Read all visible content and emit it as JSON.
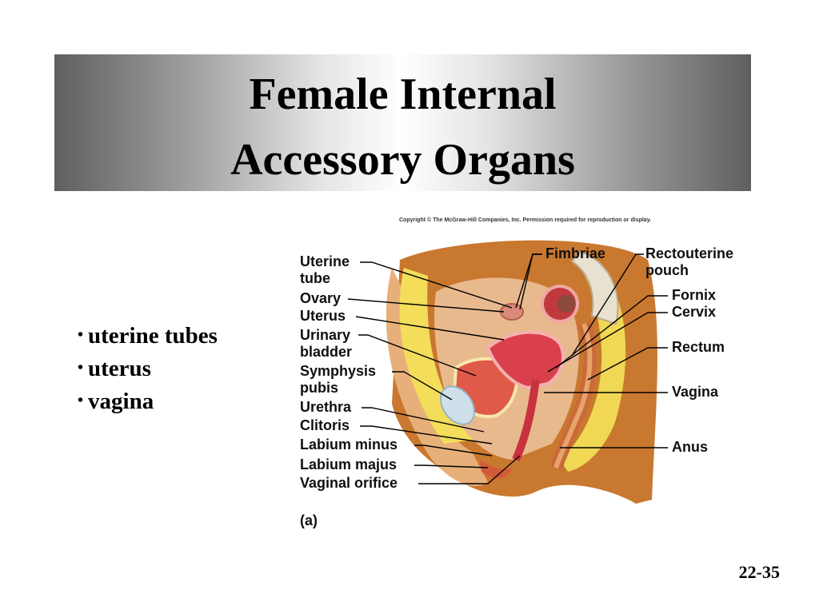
{
  "slide": {
    "title_line_1": "Female Internal",
    "title_line_2": "Accessory Organs",
    "bullets": [
      "uterine tubes",
      "uterus",
      "vagina"
    ],
    "page_number": "22-35"
  },
  "figure": {
    "copyright": "Copyright © The McGraw-Hill Companies, Inc. Permission required for reproduction or display.",
    "panel_label": "(a)",
    "left_labels": {
      "uterine_tube_1": "Uterine",
      "uterine_tube_2": "tube",
      "ovary": "Ovary",
      "uterus": "Uterus",
      "urinary_bladder_1": "Urinary",
      "urinary_bladder_2": "bladder",
      "symphysis_pubis_1": "Symphysis",
      "symphysis_pubis_2": "pubis",
      "urethra": "Urethra",
      "clitoris": "Clitoris",
      "labium_minus": "Labium minus",
      "labium_majus": "Labium majus",
      "vaginal_orifice": "Vaginal orifice"
    },
    "right_labels": {
      "fimbriae": "Fimbriae",
      "rectouterine_pouch_1": "Rectouterine",
      "rectouterine_pouch_2": "pouch",
      "fornix": "Fornix",
      "cervix": "Cervix",
      "rectum": "Rectum",
      "vagina": "Vagina",
      "anus": "Anus"
    }
  }
}
